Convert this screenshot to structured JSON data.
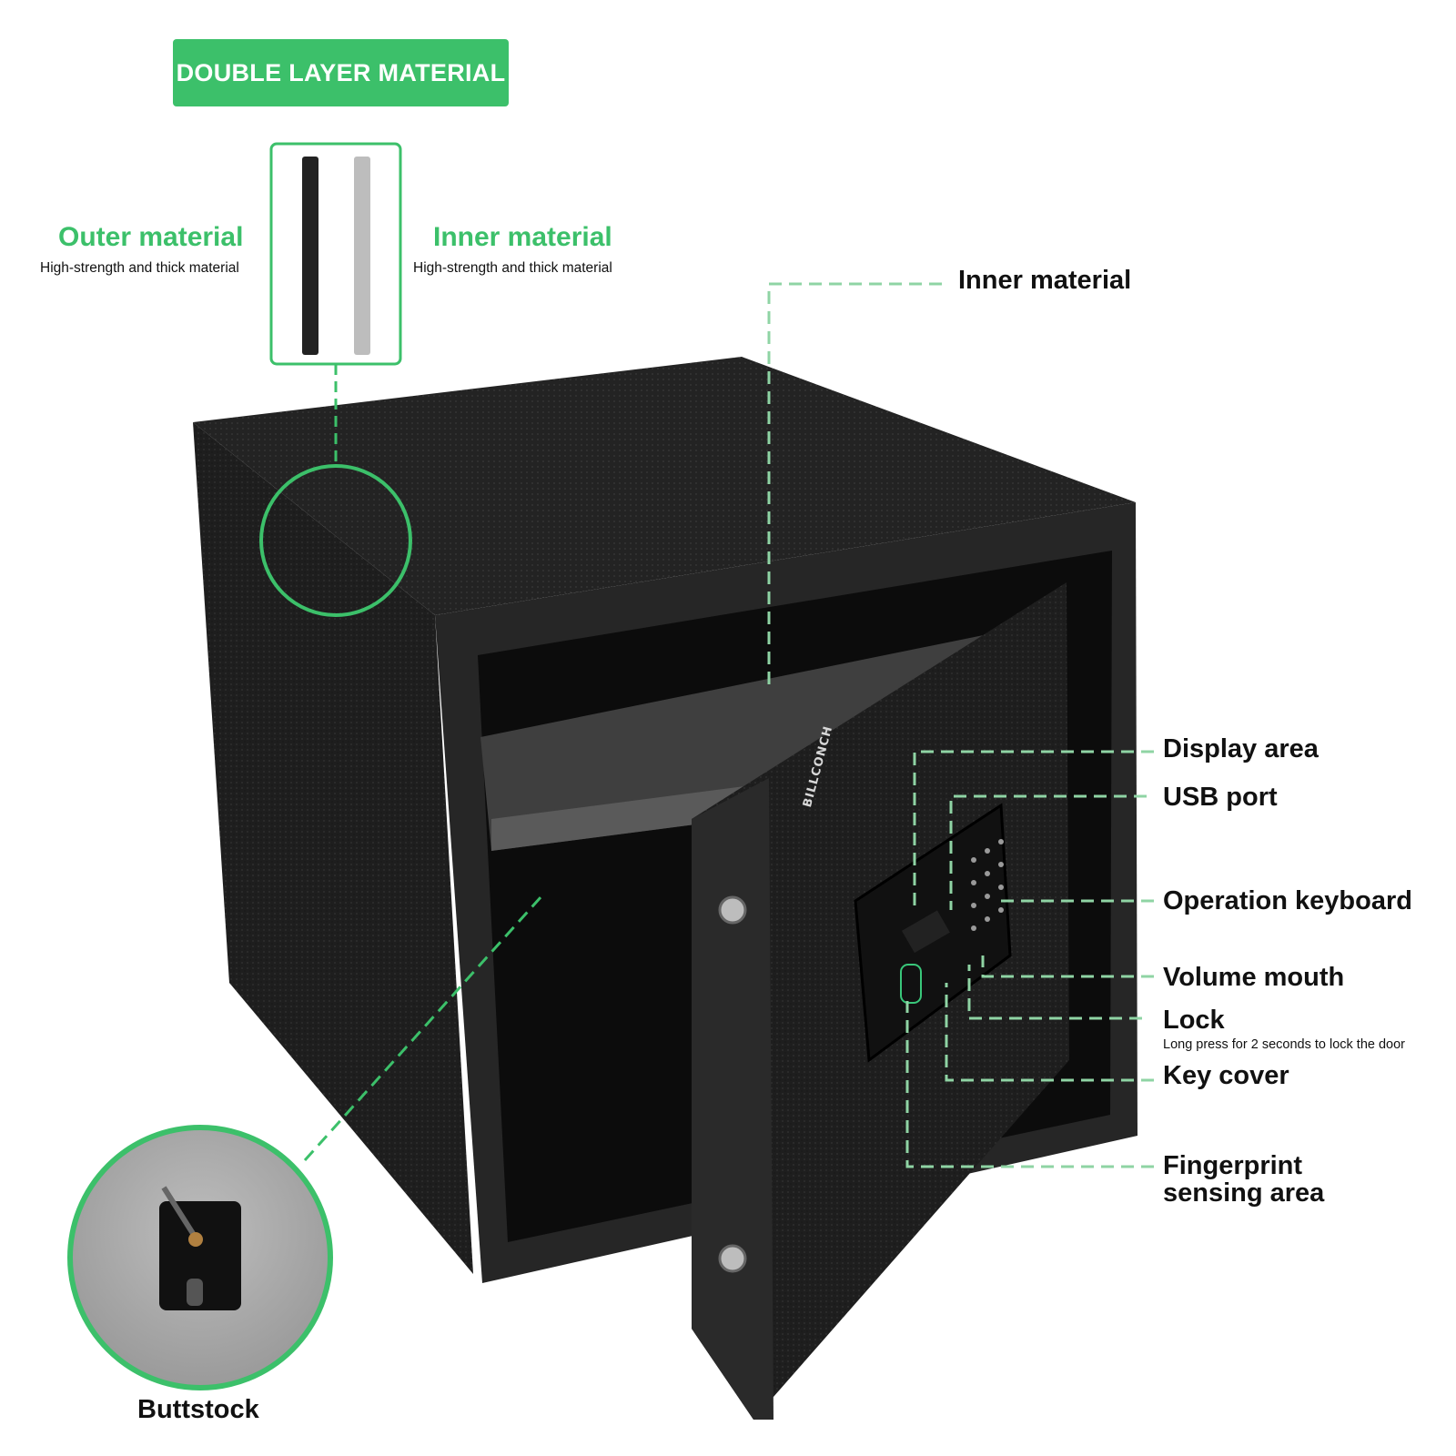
{
  "badge": {
    "text": "DOUBLE LAYER MATERIAL"
  },
  "materials": {
    "outer": {
      "title": "Outer material",
      "desc": "High-strength and thick material"
    },
    "inner": {
      "title": "Inner material",
      "desc": "High-strength and thick material"
    }
  },
  "brand": "BILLCONCH",
  "callouts": {
    "inner_material": "Inner material",
    "display_area": "Display area",
    "usb_port": "USB port",
    "operation_keyboard": "Operation keyboard",
    "volume_mouth": "Volume mouth",
    "lock": "Lock",
    "lock_note": "Long press for 2 seconds to lock the door",
    "key_cover": "Key cover",
    "fingerprint_line1": "Fingerprint",
    "fingerprint_line2": "sensing area",
    "buttstock": "Buttstock"
  },
  "colors": {
    "accent": "#3cc06a",
    "dashed_line": "#8fd4a4",
    "safe_body": "#1f1f1f"
  }
}
